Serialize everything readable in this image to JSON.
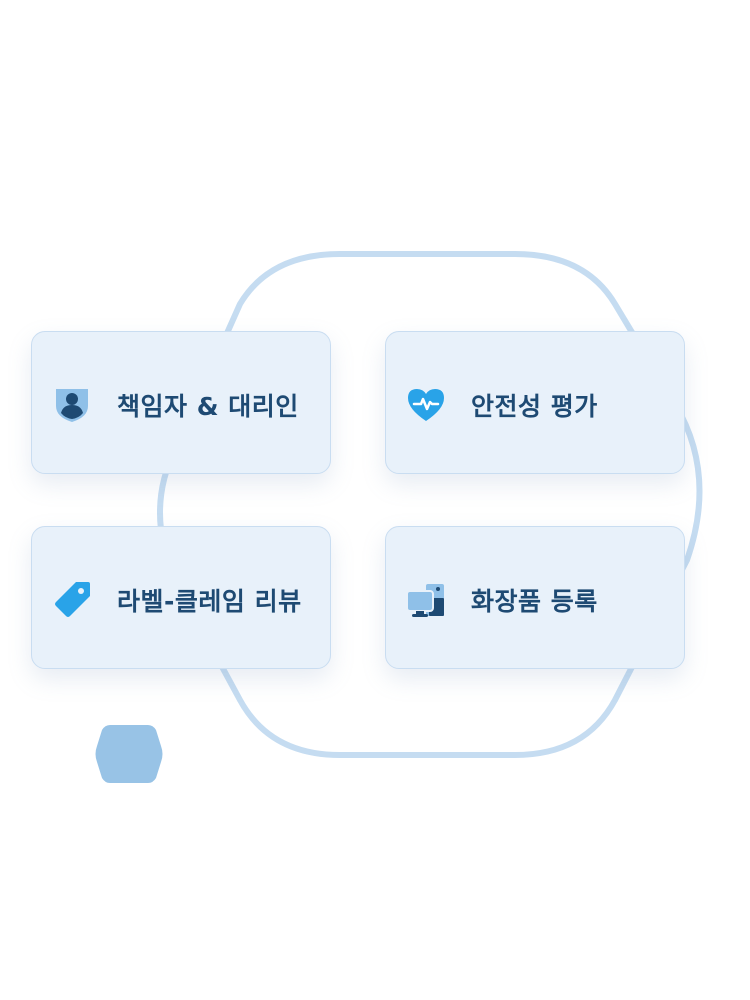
{
  "cards": [
    {
      "label": "책임자 & 대리인",
      "icon": "shield-person-icon"
    },
    {
      "label": "안전성 평가",
      "icon": "heart-pulse-icon"
    },
    {
      "label": "라벨-클레임 리뷰",
      "icon": "tag-icon"
    },
    {
      "label": "화장품 등록",
      "icon": "computer-devices-icon"
    }
  ],
  "colors": {
    "card_background": "#e8f1fa",
    "card_border": "#c9ddf1",
    "label_text": "#1e4a73",
    "outline": "#c5dcf1",
    "icon_accent": "#29a3e8",
    "icon_dark": "#1e4a73",
    "hexagon_fill": "#98c3e6"
  }
}
